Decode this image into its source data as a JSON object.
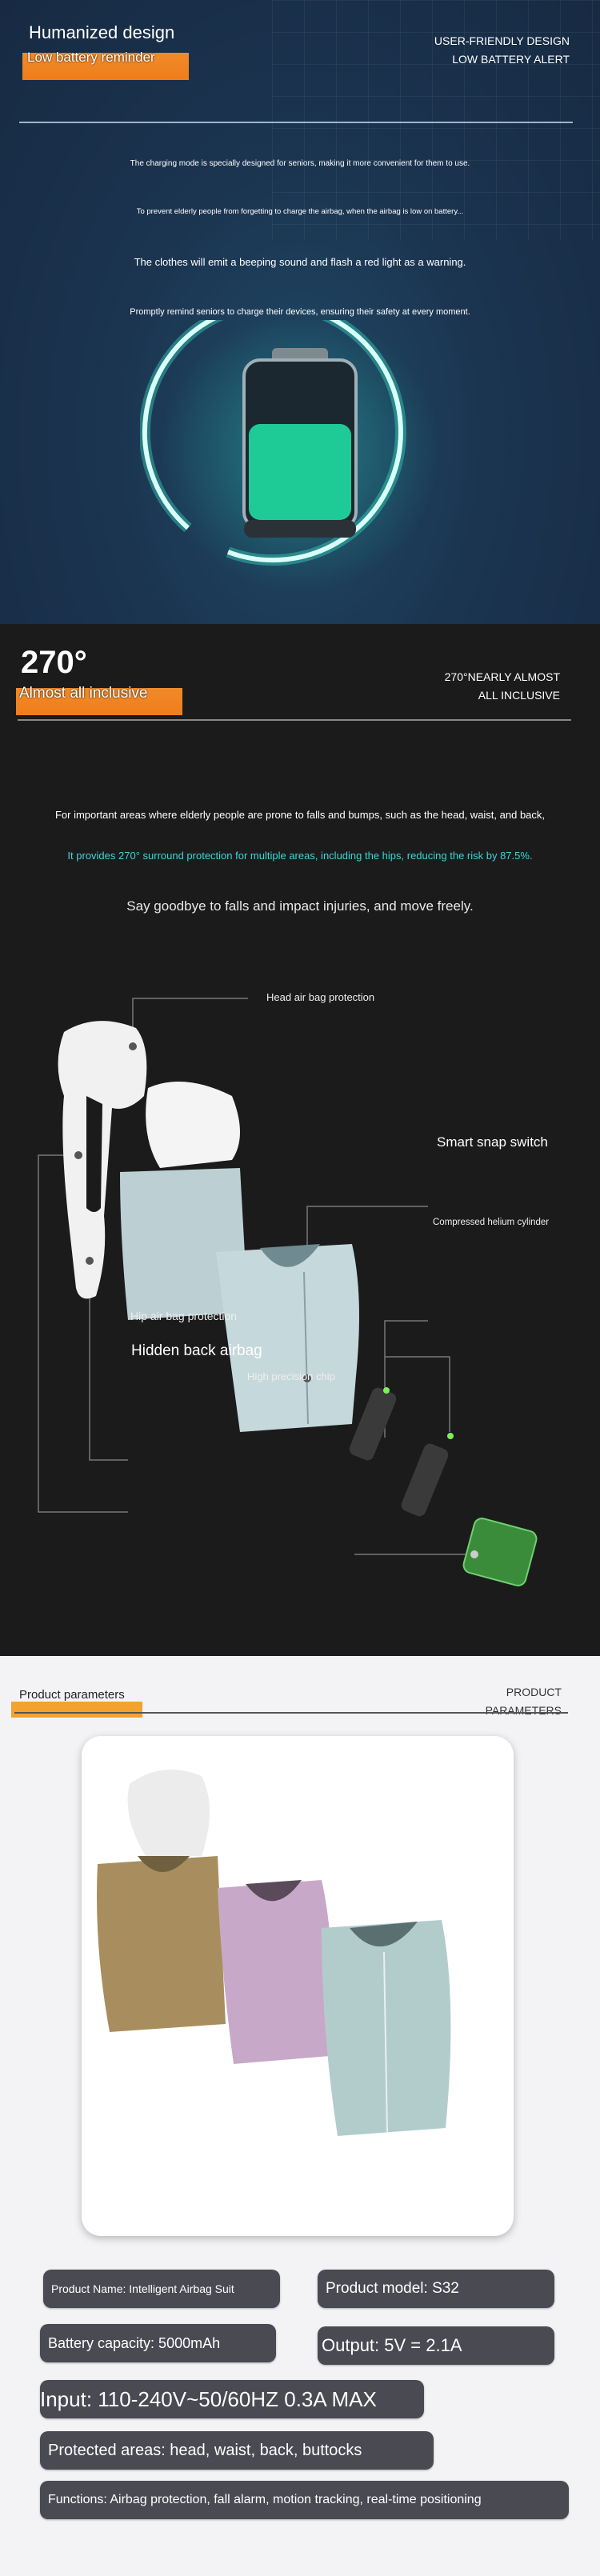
{
  "battery_section": {
    "title": "Humanized design",
    "subtitle": "Low battery reminder",
    "right_lines": [
      "USER-FRIENDLY DESIGN",
      "LOW BATTERY ALERT"
    ],
    "paragraphs": [
      "The charging mode is specially designed for seniors, making it more convenient for them to use.",
      "To prevent elderly people from forgetting to charge the airbag, when the airbag is low on battery...",
      "The clothes will emit a beeping sound and flash a red light as a warning.",
      "Promptly remind seniors to charge their devices, ensuring their safety at every moment."
    ]
  },
  "protection_section": {
    "title": "270°",
    "subtitle": "Almost all inclusive",
    "right_lines": [
      "270°NEARLY ALMOST",
      "ALL INCLUSIVE"
    ],
    "paragraphs": [
      "For important areas where elderly people are prone to falls and bumps, such as the head, waist, and back,",
      "It provides 270° surround protection for multiple areas, including the hips, reducing the risk by 87.5%.",
      "Say goodbye to falls and impact injuries, and move freely."
    ],
    "accent_color": "#3fd3d6",
    "callouts": {
      "head": "Head air bag protection",
      "snap": "Smart snap switch",
      "cylinder": "Compressed helium cylinder",
      "hip": "Hip air bag protection",
      "back": "Hidden back airbag",
      "chip": "High precision chip"
    }
  },
  "params_section": {
    "title": "Product parameters",
    "right_lines": [
      "PRODUCT",
      "PARAMETERS"
    ],
    "specs": [
      "Product Name: Intelligent Airbag Suit",
      "Product model: S32",
      "Battery capacity: 5000mAh",
      "Output: 5V = 2.1A",
      "Input: 110-240V~50/60HZ 0.3A MAX",
      "Protected areas: head, waist, back, buttocks",
      "Functions: Airbag protection, fall alarm, motion tracking, real-time positioning"
    ]
  }
}
